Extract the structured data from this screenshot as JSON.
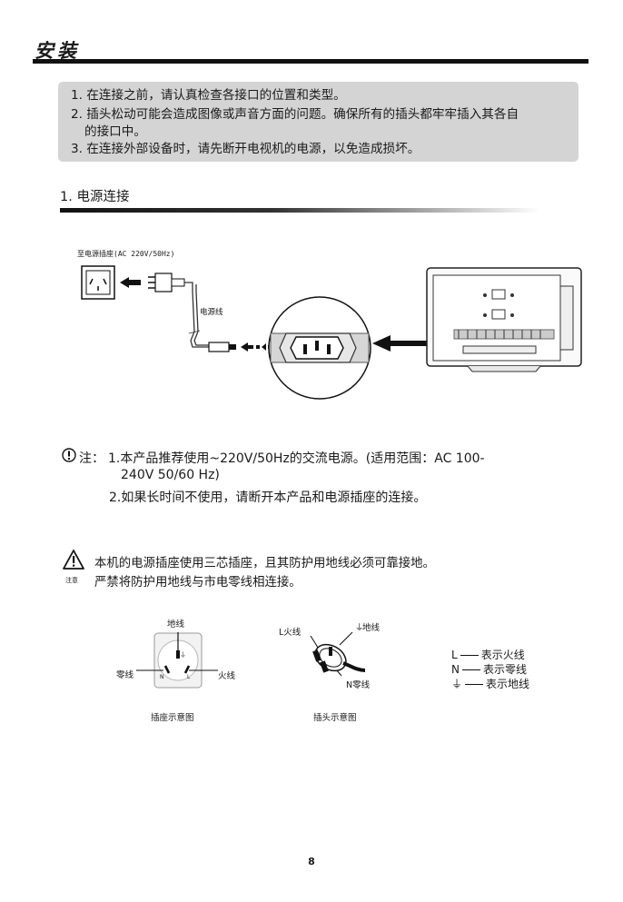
{
  "header": {
    "title": "安装"
  },
  "notice": {
    "lines": [
      "1. 在连接之前，请认真检查各接口的位置和类型。",
      "2. 插头松动可能会造成图像或声音方面的问题。确保所有的插头都牢牢插入其各自",
      "的接口中。",
      "3. 在连接外部设备时，请先断开电视机的电源，以免造成损坏。"
    ]
  },
  "section": {
    "heading": "1. 电源连接"
  },
  "diagram": {
    "outlet_label": "至电源插座(AC 220V/50Hz)",
    "cable_label": "电源线"
  },
  "notes": {
    "prefix": "注：",
    "lines": [
      "1.本产品推荐使用~220V/50Hz的交流电源。(适用范围：AC 100-",
      "240V 50/60 Hz)",
      "2.如果长时间不使用，请断开本产品和电源插座的连接。"
    ]
  },
  "warning": {
    "icon_caption": "注意",
    "line1": "本机的电源插座使用三芯插座，且其防护用地线必须可靠接地。",
    "line2": "严禁将防护用地线与市电零线相连接。"
  },
  "socket_figure": {
    "ground": "地线",
    "neutral": "零线",
    "live": "火线",
    "pin_n": "N",
    "pin_l": "L",
    "caption": "插座示意图"
  },
  "plug_figure": {
    "live": "L火线",
    "ground": "地线",
    "neutral": "N零线",
    "caption": "插头示意图"
  },
  "legend": [
    {
      "symbol": "L",
      "text": "表示火线"
    },
    {
      "symbol": "N",
      "text": "表示零线"
    },
    {
      "symbol": "⏚",
      "text": "表示地线"
    }
  ],
  "footer": {
    "page_number": "8"
  }
}
